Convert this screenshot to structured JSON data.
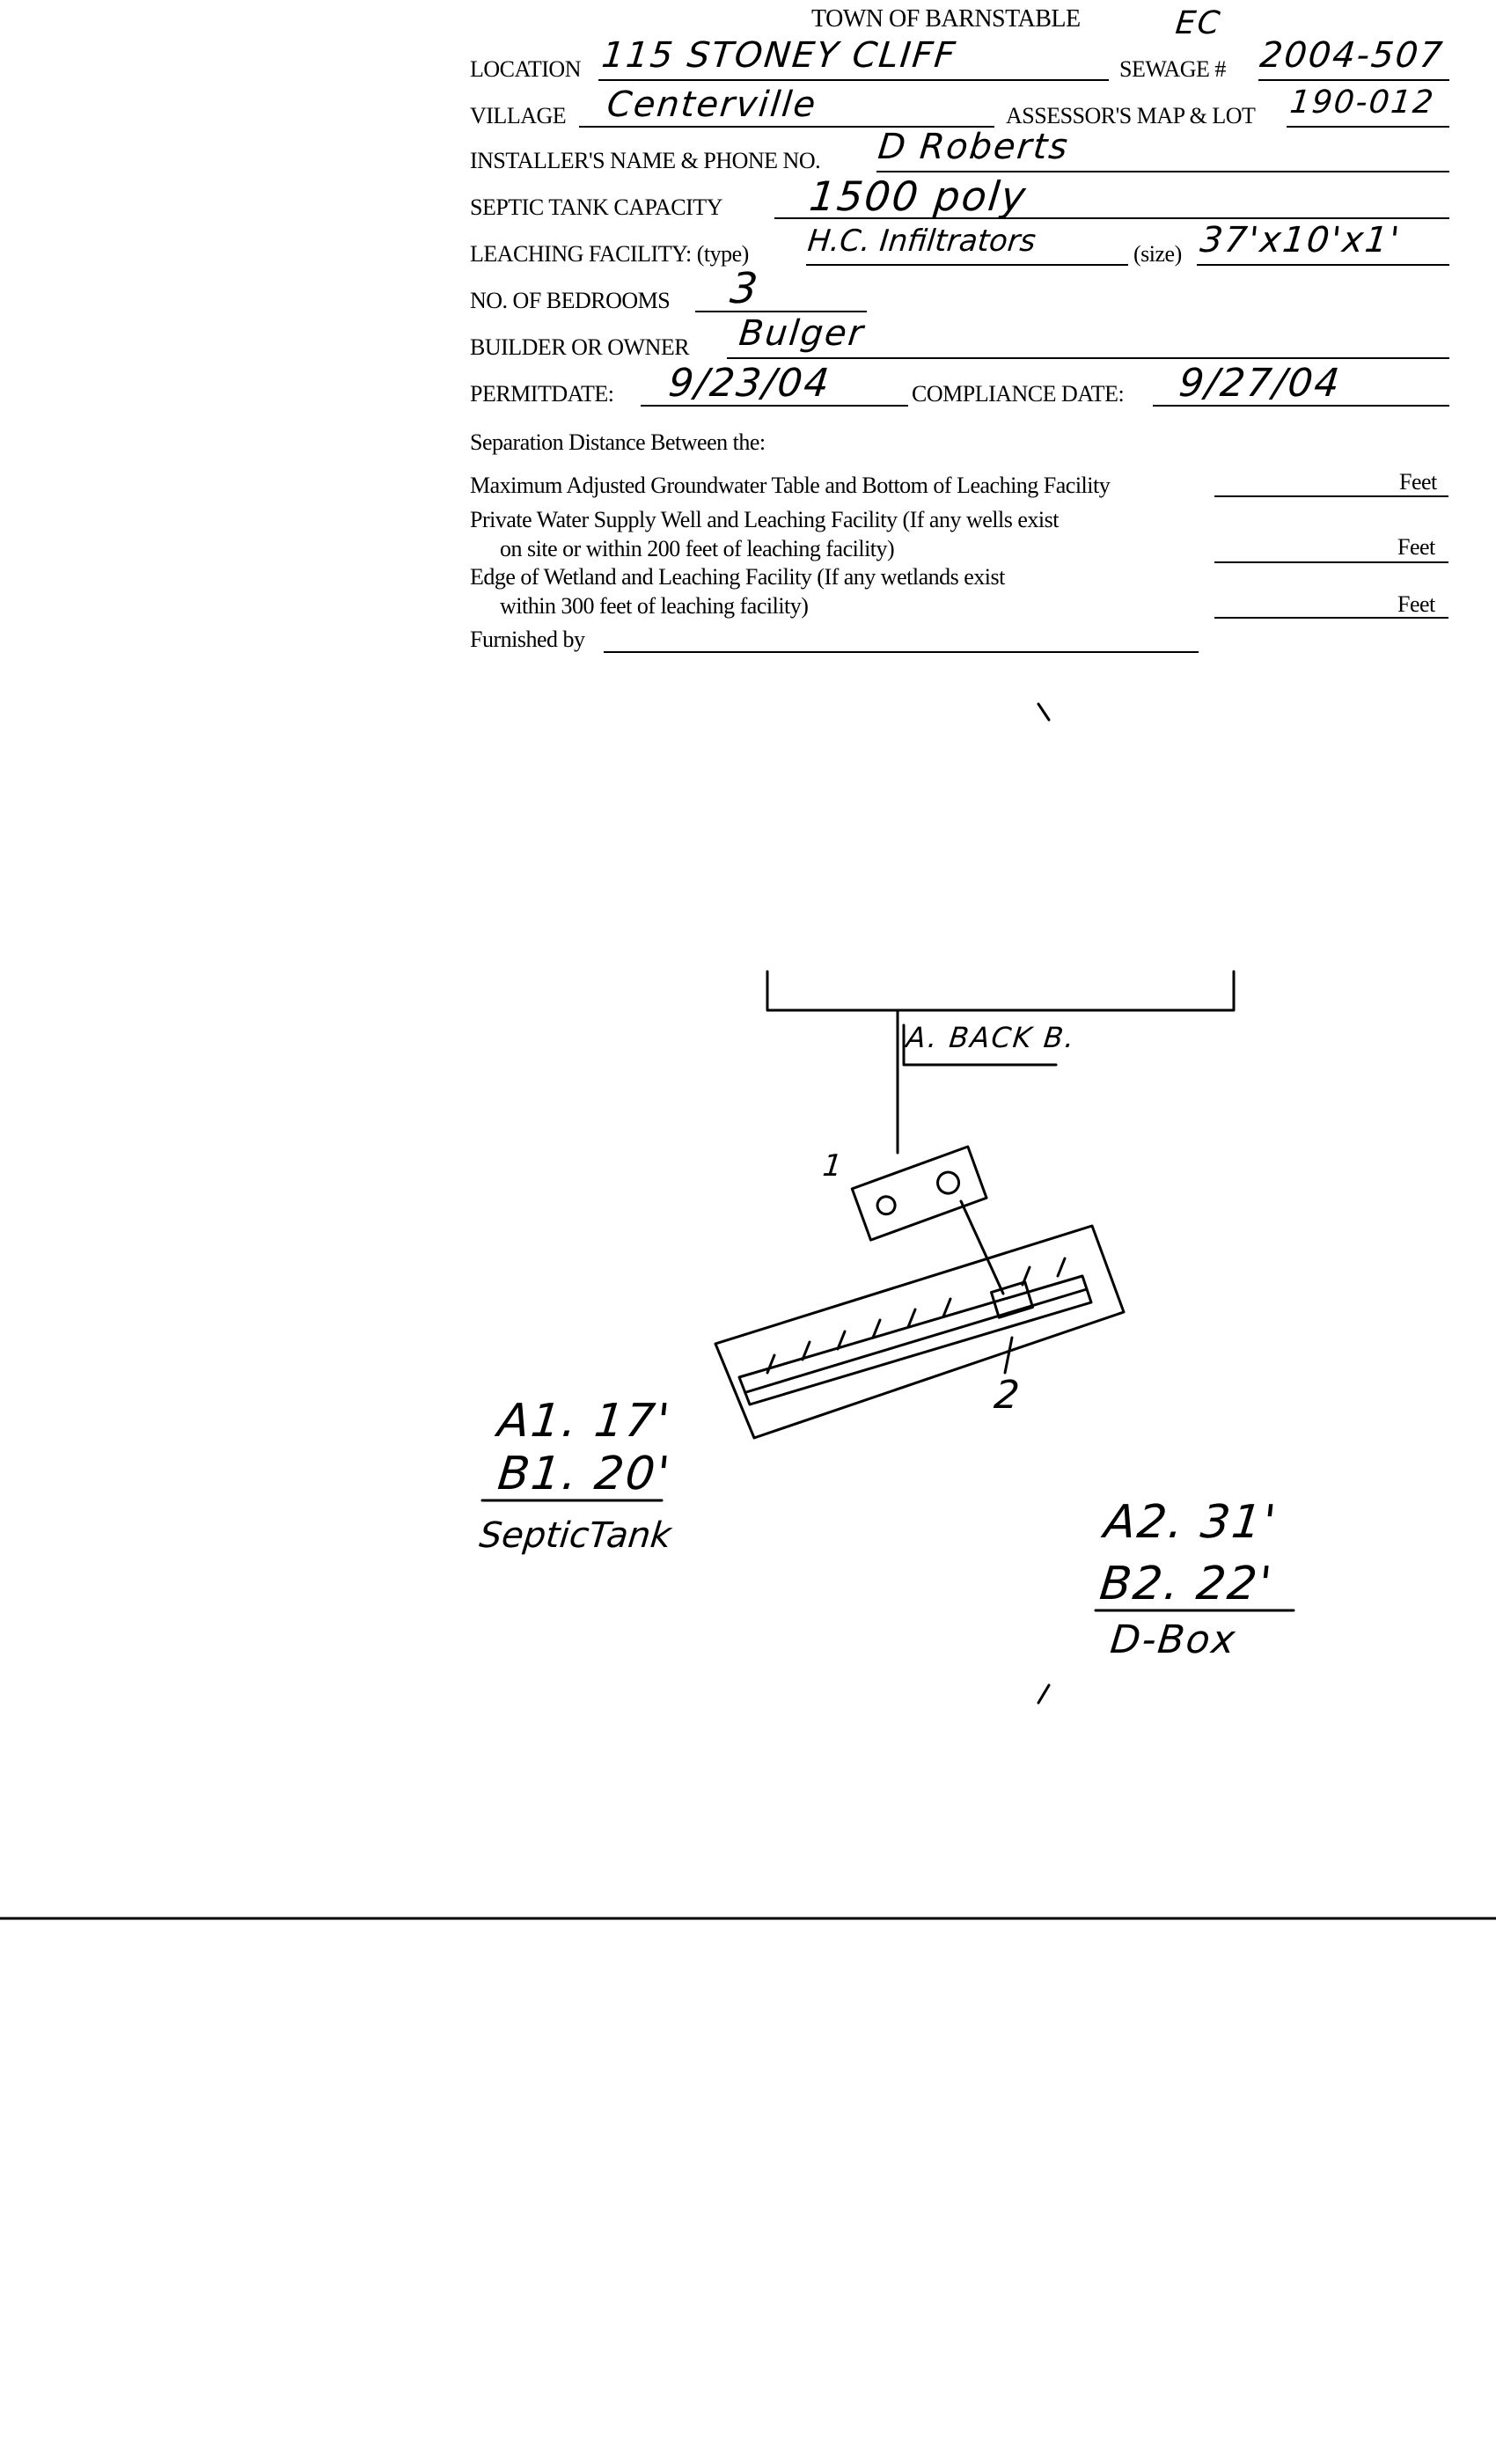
{
  "form": {
    "title": "TOWN OF BARNSTABLE",
    "corner_initials": "EC",
    "fields": {
      "location": {
        "label": "LOCATION",
        "value": "115 STONEY CLIFF"
      },
      "sewage": {
        "label": "SEWAGE #",
        "value": "2004-507"
      },
      "village": {
        "label": "VILLAGE",
        "value": "Centerville"
      },
      "map_lot": {
        "label": "ASSESSOR'S MAP & LOT",
        "value": "190-012"
      },
      "installer": {
        "label": "INSTALLER'S NAME & PHONE NO.",
        "value": "D Roberts"
      },
      "tank_capacity": {
        "label": "SEPTIC TANK CAPACITY",
        "value": "1500 poly"
      },
      "leaching_type": {
        "label": "LEACHING FACILITY: (type)",
        "value": "H.C. Infiltrators"
      },
      "leaching_size": {
        "label": "(size)",
        "value": "37'x10'x1'"
      },
      "bedrooms": {
        "label": "NO. OF BEDROOMS",
        "value": "3"
      },
      "builder": {
        "label": "BUILDER OR OWNER",
        "value": "Bulger"
      },
      "permit_date": {
        "label": "PERMITDATE:",
        "value": "9/23/04"
      },
      "compliance_date": {
        "label": "COMPLIANCE DATE:",
        "value": "9/27/04"
      }
    },
    "separation": {
      "heading": "Separation Distance Between the:",
      "unit": "Feet",
      "rows": [
        {
          "line1": "Maximum Adjusted Groundwater Table and Bottom of Leaching Facility",
          "line2": ""
        },
        {
          "line1": "Private Water Supply Well and Leaching Facility  (If any wells exist",
          "line2": "on site or within 200 feet of leaching facility)"
        },
        {
          "line1": "Edge of Wetland and Leaching Facility (If any wetlands exist",
          "line2": "within 300 feet of leaching facility)"
        }
      ],
      "furnished_by": "Furnished by"
    }
  },
  "sketch": {
    "reference": "A. BACK B.",
    "tank_label": "1",
    "dbox_label": "2",
    "septic": {
      "a": "A1. 17'",
      "b": "B1. 20'",
      "name": "SepticTank"
    },
    "dbox": {
      "a": "A2. 31'",
      "b": "B2. 22'",
      "name": "D-Box"
    }
  }
}
